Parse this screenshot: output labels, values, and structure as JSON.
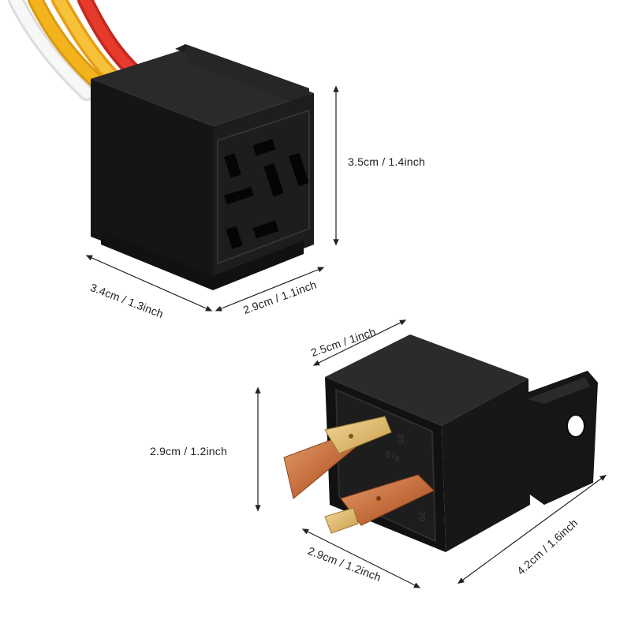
{
  "dimensions": {
    "socket_height": "3.5cm / 1.4inch",
    "socket_depth": "3.4cm / 1.3inch",
    "socket_width": "2.9cm / 1.1inch",
    "relay_top": "2.5cm / 1inch",
    "relay_height": "2.9cm / 1.2inch",
    "relay_width": "2.9cm / 1.2inch",
    "relay_depth": "4.2cm / 1.6inch"
  },
  "colors": {
    "background": "#ffffff",
    "housing": "#1b1b1b",
    "wire_yellow": "#f2b31c",
    "wire_red": "#e53a2c",
    "wire_white": "#eeeeee",
    "terminal_copper": "#c8703f"
  }
}
